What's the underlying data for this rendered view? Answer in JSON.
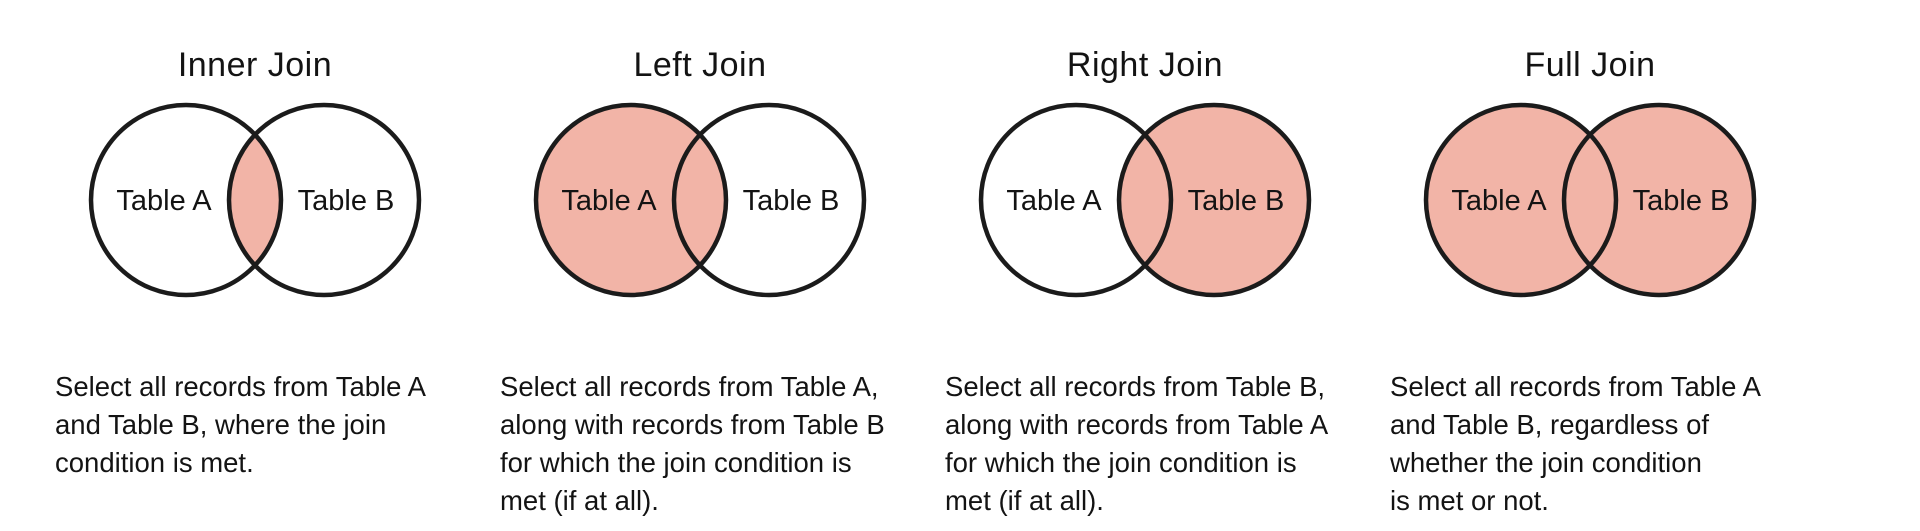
{
  "diagram": {
    "colors": {
      "fill": "#F2B4A7",
      "stroke": "#1b1b1b",
      "text": "#131313"
    },
    "panels": [
      {
        "title": "Inner Join",
        "left_label": "Table A",
        "right_label": "Table B",
        "highlight": "intersection",
        "caption": "Select all records from Table A\nand Table B, where the join\ncondition is met."
      },
      {
        "title": "Left Join",
        "left_label": "Table A",
        "right_label": "Table B",
        "highlight": "left-circle",
        "caption": "Select all records from Table A,\nalong with records from Table B\nfor which the join condition is\nmet (if at all)."
      },
      {
        "title": "Right Join",
        "left_label": "Table A",
        "right_label": "Table B",
        "highlight": "right-circle",
        "caption": "Select all records from Table B,\nalong with records from Table A\nfor which the join condition is\nmet (if at all)."
      },
      {
        "title": "Full Join",
        "left_label": "Table A",
        "right_label": "Table B",
        "highlight": "both-circles",
        "caption": "Select all records from Table A\nand Table B, regardless of\nwhether the join condition\nis met or not."
      }
    ]
  }
}
